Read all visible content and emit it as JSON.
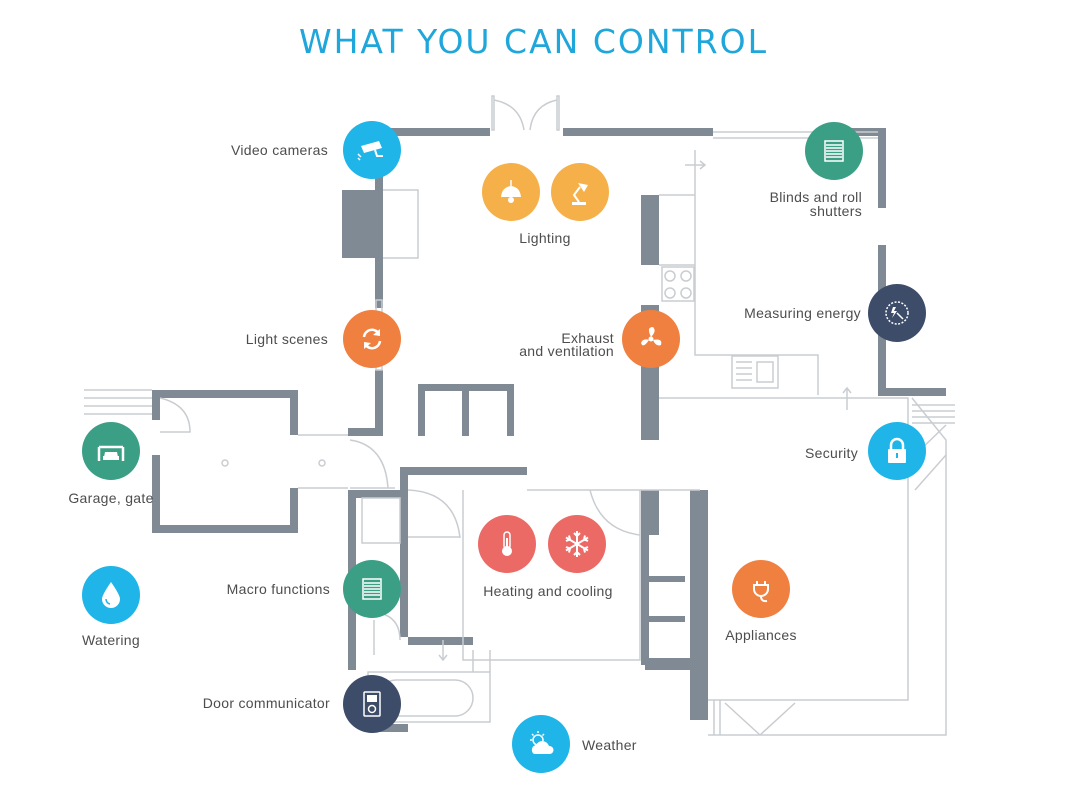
{
  "title": "WHAT YOU CAN CONTROL",
  "colors": {
    "wall": "#7f8a94",
    "thin_line": "#c9cdd1",
    "title": "#1fa6da",
    "blue": "#1fb5e8",
    "orange": "#f08040",
    "yellow": "#f5b04a",
    "green": "#3b9f86",
    "navy": "#3d4c68",
    "red": "#ec6a66",
    "label": "#4d4d4d"
  },
  "features": {
    "video_cameras": {
      "label": "Video cameras",
      "icon": "camera-icon"
    },
    "lighting": {
      "label": "Lighting",
      "icons": [
        "ceiling-lamp-icon",
        "desk-lamp-icon"
      ]
    },
    "blinds": {
      "line1": "Blinds and roll",
      "line2": "shutters",
      "icon": "blinds-icon"
    },
    "measuring_energy": {
      "label": "Measuring energy",
      "icon": "energy-meter-icon"
    },
    "light_scenes": {
      "label": "Light scenes",
      "icon": "refresh-icon"
    },
    "exhaust": {
      "line1": "Exhaust",
      "line2": "and ventilation",
      "icon": "fan-icon"
    },
    "security": {
      "label": "Security",
      "icon": "lock-icon"
    },
    "garage": {
      "label": "Garage, gate",
      "icon": "garage-icon"
    },
    "heating_cooling": {
      "label": "Heating and cooling",
      "icons": [
        "thermometer-icon",
        "snowflake-icon"
      ]
    },
    "watering": {
      "label": "Watering",
      "icon": "water-drop-icon"
    },
    "macro_functions": {
      "label": "Macro functions",
      "icon": "macro-icon"
    },
    "appliances": {
      "label": "Appliances",
      "icon": "plug-icon"
    },
    "door_communicator": {
      "label": "Door communicator",
      "icon": "intercom-icon"
    },
    "weather": {
      "label": "Weather",
      "icon": "weather-icon"
    }
  }
}
